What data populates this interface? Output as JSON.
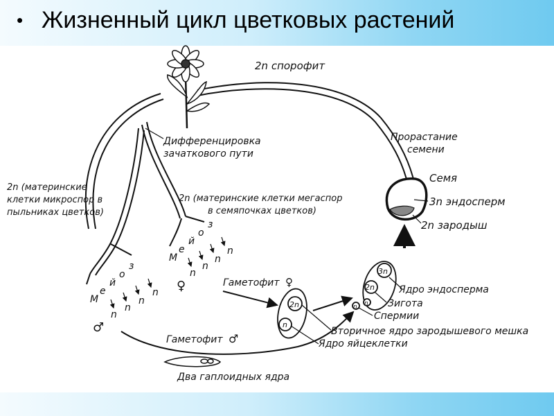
{
  "slide": {
    "bullet": "•",
    "title": "Жизненный цикл цветковых растений"
  },
  "diagram": {
    "sporophyte": "2n спорофит",
    "differentiation": [
      "Дифференцировка",
      "зачаткового пути"
    ],
    "microspore_mothers": [
      "2n (материнские",
      "клетки микроспор в",
      "пыльниках цветков)"
    ],
    "megaspore_mothers": [
      "2n (материнские клетки мегаспор",
      "в семяпочках цветков)"
    ],
    "meiosis_left": [
      "М",
      "е",
      "й",
      "о",
      "з"
    ],
    "meiosis_right": [
      "М",
      "е",
      "й",
      "о",
      "з"
    ],
    "n_letter": "n",
    "male_symbol": "♂",
    "female_symbol": "♀",
    "gametophyte_female": "Гаметофит",
    "gametophyte_male": "Гаметофит",
    "two_haploid_nuclei": "Два гаплоидных ядра",
    "germination": [
      "Прорастание",
      "семени"
    ],
    "seed": "Семя",
    "endosperm": "3n эндосперм",
    "embryo": "2n зародыш",
    "endosperm_nucleus": "Ядро эндосперма",
    "zygote": "Зигота",
    "sperms": "Спермии",
    "secondary_nucleus": "Вторичное ядро зародышевого мешка",
    "egg_nucleus": "Ядро яйцеклетки",
    "cell_2n": "2n",
    "cell_3n": "3n",
    "cell_n": "n"
  }
}
